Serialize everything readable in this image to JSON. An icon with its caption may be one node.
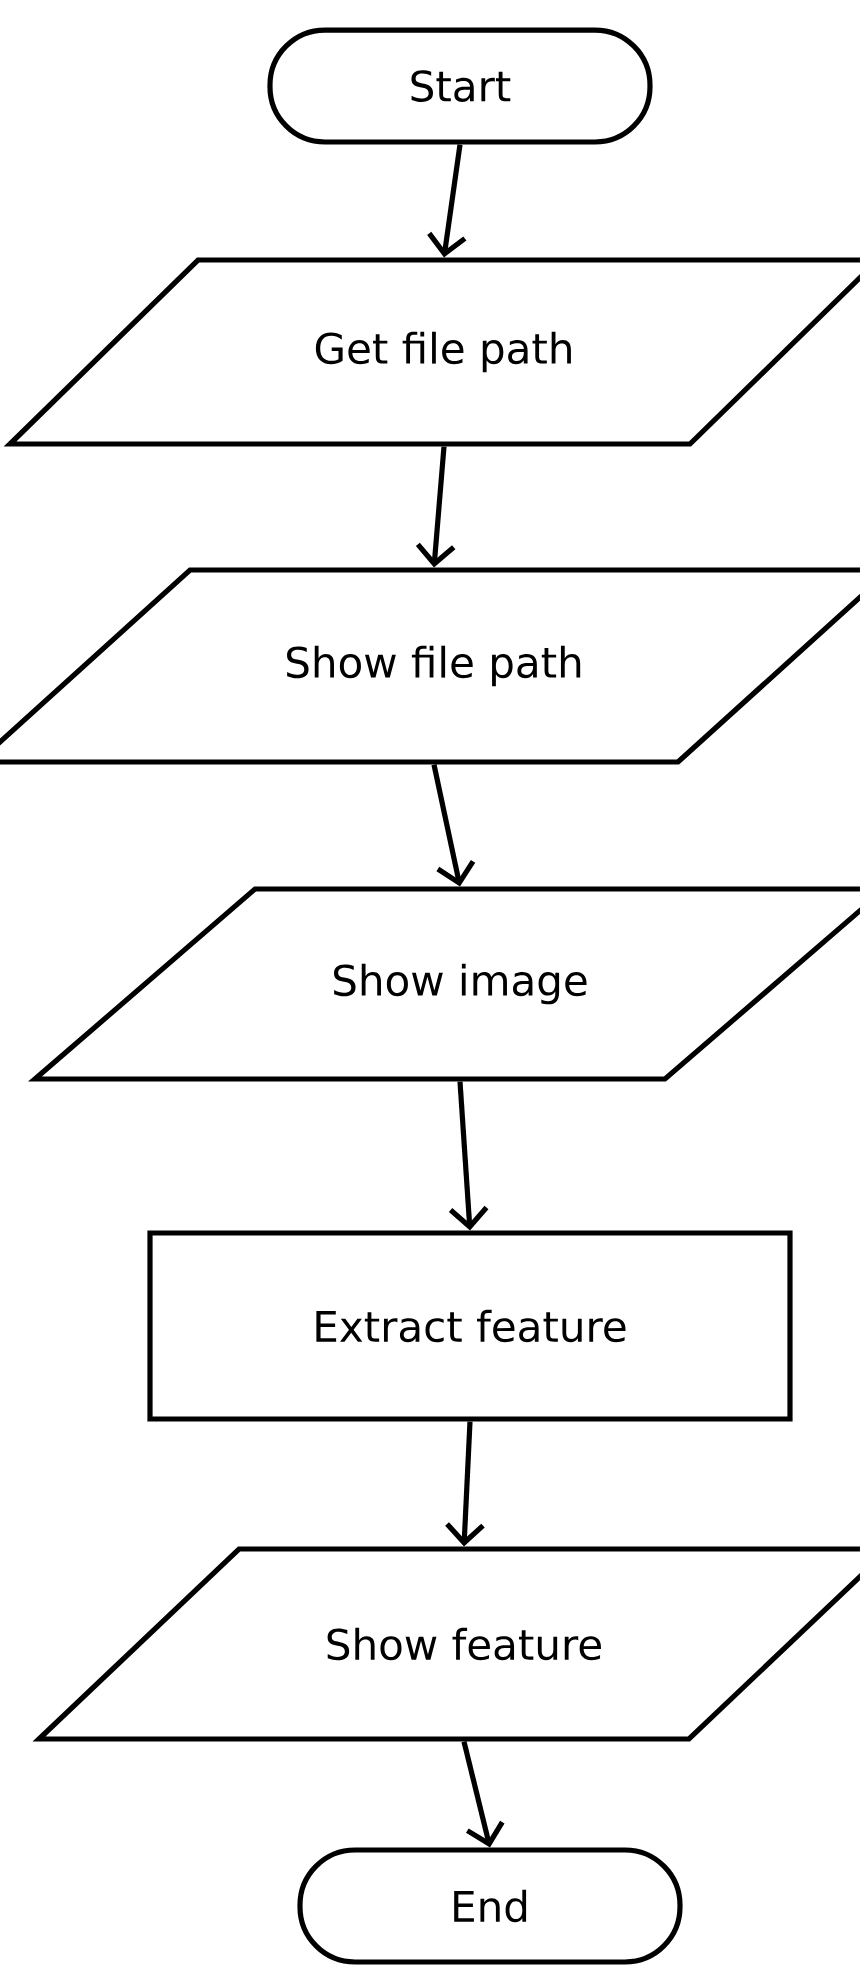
{
  "diagram": {
    "nodes": [
      {
        "text": [
          "Start"
        ]
      },
      {
        "text": [
          "Get file path"
        ]
      },
      {
        "text": [
          "Show file path"
        ]
      },
      {
        "text": [
          "Show image"
        ]
      },
      {
        "text": [
          "Extract feature"
        ]
      },
      {
        "text": [
          "Show feature"
        ]
      },
      {
        "text": [
          "End"
        ]
      }
    ],
    "edges": [
      {
        "from": 0,
        "to": 1,
        "arrow": "to"
      },
      {
        "from": 1,
        "to": 2,
        "arrow": "to"
      },
      {
        "from": 2,
        "to": 3,
        "arrow": "to"
      },
      {
        "from": 3,
        "to": 4,
        "arrow": "to"
      },
      {
        "from": 4,
        "to": 5,
        "arrow": "to"
      },
      {
        "from": 5,
        "to": 6,
        "arrow": "to"
      }
    ]
  }
}
